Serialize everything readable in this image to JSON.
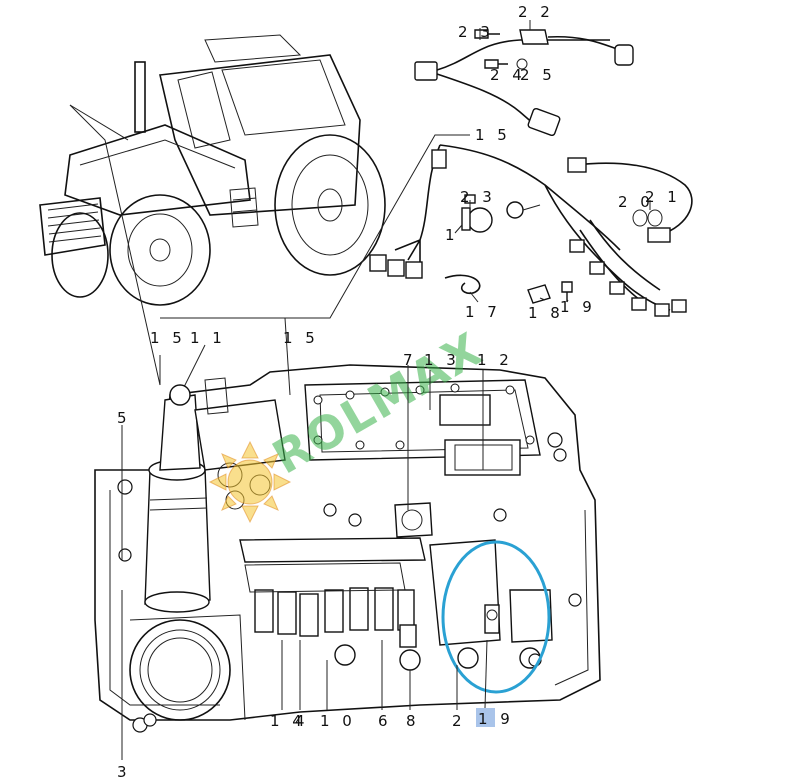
{
  "diagram": {
    "callouts": [
      {
        "id": "c22",
        "text": "2 2"
      },
      {
        "id": "c23a",
        "text": "2 3"
      },
      {
        "id": "c24",
        "text": "2 4"
      },
      {
        "id": "c25",
        "text": "2 5"
      },
      {
        "id": "c15a",
        "text": "1 5"
      },
      {
        "id": "c23b",
        "text": "2 3"
      },
      {
        "id": "c1",
        "text": "1"
      },
      {
        "id": "c20",
        "text": "2 0"
      },
      {
        "id": "c21",
        "text": "2 1"
      },
      {
        "id": "c17",
        "text": "1 7"
      },
      {
        "id": "c18",
        "text": "1 8"
      },
      {
        "id": "c19a",
        "text": "1 9"
      },
      {
        "id": "c15b",
        "text": "1 5"
      },
      {
        "id": "c11",
        "text": "1 1"
      },
      {
        "id": "c15c",
        "text": "1 5"
      },
      {
        "id": "c7",
        "text": "7"
      },
      {
        "id": "c13",
        "text": "1 3"
      },
      {
        "id": "c12",
        "text": "1 2"
      },
      {
        "id": "c5",
        "text": "5"
      },
      {
        "id": "c3",
        "text": "3"
      },
      {
        "id": "c14",
        "text": "1 4"
      },
      {
        "id": "c4",
        "text": "4"
      },
      {
        "id": "c10",
        "text": "1 0"
      },
      {
        "id": "c6",
        "text": "6"
      },
      {
        "id": "c8",
        "text": "8"
      },
      {
        "id": "c2",
        "text": "2"
      },
      {
        "id": "c19b",
        "text": "1 9"
      }
    ],
    "watermark": "ROLMAX",
    "highlight_color": "#2aa1d3",
    "label_highlight_color": "#a9c4ea",
    "watermark_color": "#3bb24a"
  }
}
